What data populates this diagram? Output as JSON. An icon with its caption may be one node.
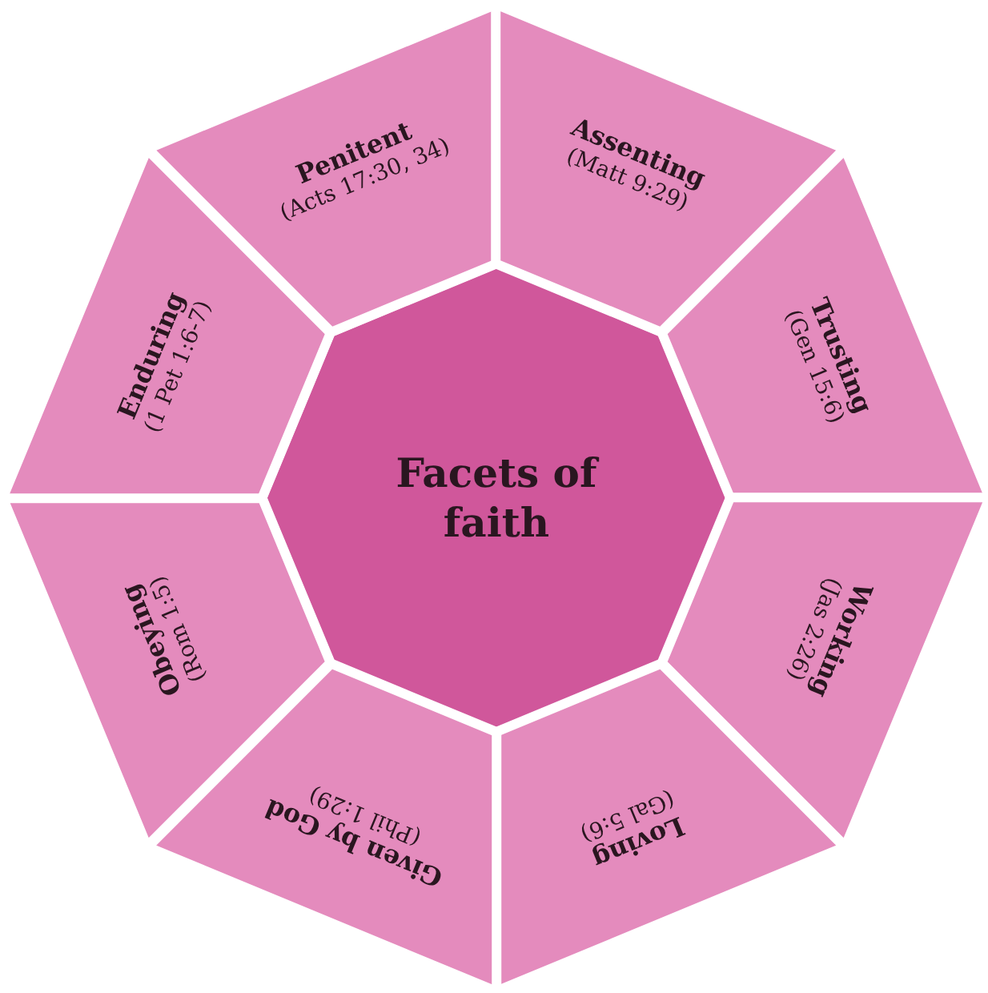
{
  "diagram": {
    "nodes": [
      {
        "text": [
          "Facets of faith"
        ]
      },
      {
        "text": [
          "Penitent",
          "(Acts 17:30, 34)"
        ]
      },
      {
        "text": [
          "Assenting",
          "(Matt 9:29)"
        ]
      },
      {
        "text": [
          "Trusting",
          "(Gen 15:6)"
        ]
      },
      {
        "text": [
          "Working",
          "(Jas 2:26)"
        ]
      },
      {
        "text": [
          "Loving",
          "(Gal 5:6)"
        ]
      },
      {
        "text": [
          "Given by God",
          "(Phil 1:29)"
        ]
      },
      {
        "text": [
          "Obeying",
          "(Rom 1:5)"
        ]
      },
      {
        "text": [
          "Enduring",
          "(1 Pet 1:6-7)"
        ]
      }
    ]
  }
}
